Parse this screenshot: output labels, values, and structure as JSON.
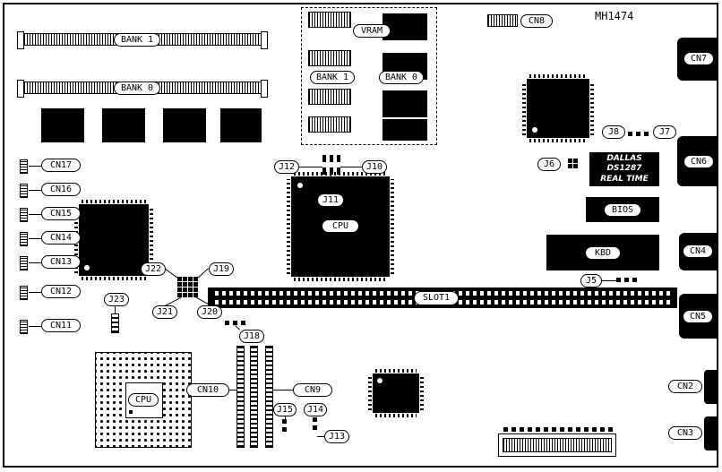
{
  "board": {
    "marking": "MH1474"
  },
  "memory": {
    "simm_bank1": "BANK 1",
    "simm_bank0": "BANK 0",
    "vram": {
      "title": "VRAM",
      "bank1": "BANK 1",
      "bank0": "BANK 0"
    }
  },
  "chips": {
    "cpu_main": "CPU",
    "cpu_socket": "CPU",
    "bios": "BIOS",
    "kbd": "KBD"
  },
  "rtc": {
    "line1": "DALLAS",
    "line2": "DS1287",
    "line3": "REAL TIME"
  },
  "slot": {
    "slot1": "SLOT1"
  },
  "connectors": {
    "cn2": "CN2",
    "cn3": "CN3",
    "cn4": "CN4",
    "cn5": "CN5",
    "cn6": "CN6",
    "cn7": "CN7",
    "cn8": "CN8",
    "cn9": "CN9",
    "cn10": "CN10",
    "cn11": "CN11",
    "cn12": "CN12",
    "cn13": "CN13",
    "cn14": "CN14",
    "cn15": "CN15",
    "cn16": "CN16",
    "cn17": "CN17"
  },
  "jumpers": {
    "j5": "J5",
    "j6": "J6",
    "j7": "J7",
    "j8": "J8",
    "j10": "J10",
    "j11": "J11",
    "j12": "J12",
    "j13": "J13",
    "j14": "J14",
    "j15": "J15",
    "j18": "J18",
    "j19": "J19",
    "j20": "J20",
    "j21": "J21",
    "j22": "J22",
    "j23": "J23"
  }
}
